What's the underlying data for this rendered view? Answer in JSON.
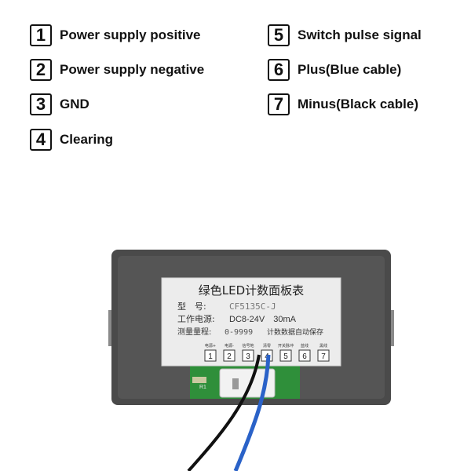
{
  "legend": {
    "items": [
      {
        "num": "1",
        "label": "Power supply positive"
      },
      {
        "num": "2",
        "label": "Power supply negative"
      },
      {
        "num": "3",
        "label": "GND"
      },
      {
        "num": "4",
        "label": "Clearing"
      },
      {
        "num": "5",
        "label": "Switch pulse signal"
      },
      {
        "num": "6",
        "label": "Plus(Blue cable)"
      },
      {
        "num": "7",
        "label": "Minus(Black cable)"
      }
    ]
  },
  "panel_label": {
    "title": "绿色LED计数面板表",
    "model_key": "型　号:",
    "model_value": "CF5135C-J",
    "power_key": "工作电源:",
    "power_value": "DC8-24V　30mA",
    "range_key": "测量量程:",
    "range_value": "0-9999",
    "save_note": "计数数据自动保存",
    "terminals": [
      {
        "num": "1",
        "tag": "电源+"
      },
      {
        "num": "2",
        "tag": "电源-"
      },
      {
        "num": "3",
        "tag": "信号地"
      },
      {
        "num": "4",
        "tag": "清零"
      },
      {
        "num": "5",
        "tag": "开关脉冲"
      },
      {
        "num": "6",
        "tag": "蓝线"
      },
      {
        "num": "7",
        "tag": "黑线"
      }
    ]
  },
  "colors": {
    "housing": "#4a4a4a",
    "label_bg": "#ececec",
    "blue_cable": "#2a62c8",
    "black_cable": "#111111",
    "pcb": "#2f8f3a"
  }
}
